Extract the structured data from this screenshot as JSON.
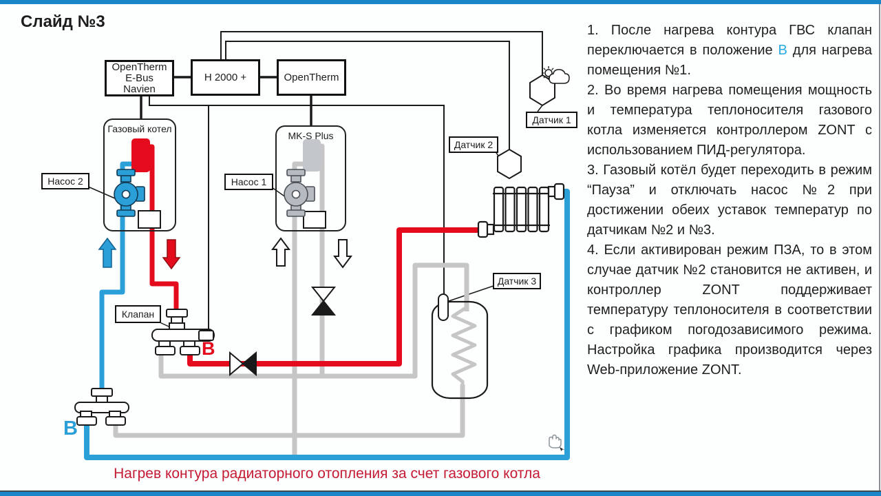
{
  "slide": {
    "title": "Слайд №3"
  },
  "diagram": {
    "control_boxes": {
      "ebus": {
        "label": "OpenTherm\nE-Bus\nNavien"
      },
      "h2000": {
        "label": "H 2000 +"
      },
      "opentherm": {
        "label": "OpenTherm"
      }
    },
    "equipment": {
      "boiler_label": "Газовый котел",
      "mks_label": "MK-S Plus"
    },
    "labels": {
      "pump2": "Насос 2",
      "pump1": "Насос 1",
      "valve": "Клапан",
      "sensor1": "Датчик 1",
      "sensor2": "Датчик 2",
      "sensor3": "Датчик 3"
    },
    "markers": {
      "valve_position_red_b": "В",
      "valve_position_blue_b": "В"
    },
    "colors": {
      "hot_pipe": "#e30b1c",
      "cold_pipe": "#2b9fd8",
      "inactive_pipe": "#c6c6c6",
      "wire": "#1a1a1a",
      "frame_bar": "#1a85c8"
    }
  },
  "notes": {
    "item1_pre": "1. После нагрева контура ГВС клапан переключается в положение ",
    "item1_b": "В",
    "item1_post": " для нагрева помещения №1.",
    "item2": "2. Во время нагрева помещения мощность и температура теплоносителя газового котла изменяется контроллером ZONT с использованием ПИД-регулятора.",
    "item3": "3. Газовый котёл будет переходить в режим “Пауза” и отключать насос №2 при достижении обеих уставок температур по датчикам №2 и №3.",
    "item4": "4. Если активирован режим ПЗА, то в этом случае датчик №2 становится не активен, и контроллер ZONT поддерживает температуру теплоносителя в соответствии с графиком погодозависимого режима. Настройка графика производится через Web-приложение ZONT."
  },
  "caption": {
    "text": "Нагрев контура радиаторного отопления за счет газового котла"
  }
}
